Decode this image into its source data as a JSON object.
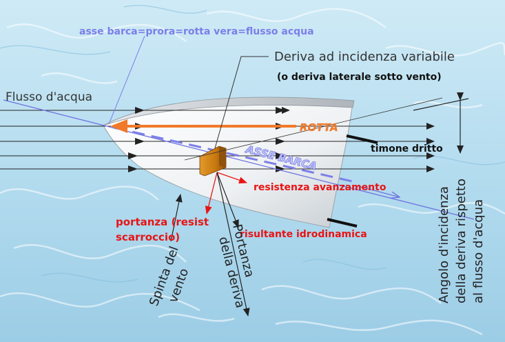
{
  "labels": {
    "boat_axis_eq": "asse barca=prora=rotta vera=flusso acqua",
    "variable_keel_line1": "Deriva ad incidenza variabile",
    "variable_keel_line2": "(o deriva laterale sotto vento)",
    "water_flow": "Flusso d'acqua",
    "course": "ROTTA",
    "boat_axis": "ASSE BARCA",
    "rudder_straight": "timone dritto",
    "forward_resistance": "resistenza avanzamento",
    "lift_resist_line1": "portanza (resist",
    "lift_resist_line2": "scarroccio)",
    "hydro_resultant": "risultante idrodinamica",
    "wind_thrust_line1": "Spinta del",
    "wind_thrust_line2": "vento",
    "keel_lift_line1": "Portanza",
    "keel_lift_line2": "della deriva",
    "incidence_angle_line1": "Angolo d'incidenza",
    "incidence_angle_line2": "della deriva rispetto",
    "incidence_angle_line3": "al flusso d'acqua"
  },
  "colors": {
    "axis_blue": "#7b7fe8",
    "course_orange": "#f07a2a",
    "force_red": "#e81414",
    "keel_brown": "#c8780e"
  }
}
